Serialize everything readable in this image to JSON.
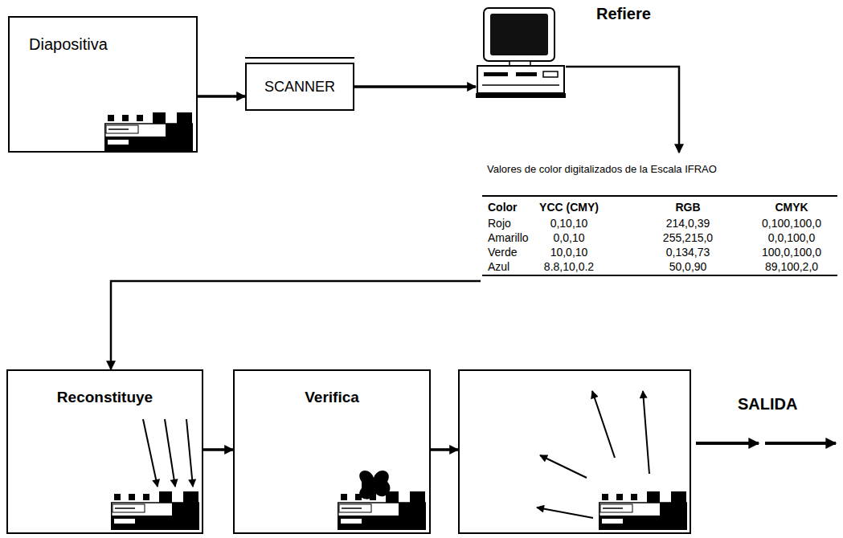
{
  "diagram": {
    "nodes": [
      {
        "text": [
          "Diapositiva"
        ]
      },
      {
        "text": [
          "SCANNER"
        ]
      },
      {
        "text": [
          "Refiere"
        ]
      },
      {
        "text": [
          "Valores de color digitalizados de la Escala IFRAO"
        ]
      },
      {
        "text": [
          "Reconstituye"
        ]
      },
      {
        "text": [
          "Verifica"
        ]
      },
      {
        "text": []
      }
    ],
    "edges": [
      {
        "from": 0,
        "to": 1,
        "arrow": "to"
      },
      {
        "from": 1,
        "to": 2,
        "arrow": "to"
      },
      {
        "from": 2,
        "to": 3,
        "arrow": "to"
      },
      {
        "from": 3,
        "to": 4,
        "arrow": "to"
      },
      {
        "from": 4,
        "to": 5,
        "arrow": "to"
      },
      {
        "from": 5,
        "to": 6,
        "arrow": "to"
      }
    ],
    "labels": [
      "Color",
      "YCC (CMY)",
      "RGB",
      "CMYK",
      "Rojo",
      "0,10,10",
      "214,0,39",
      "0,100,100,0",
      "Amarillo",
      "0,0,10",
      "255,215,0",
      "0,0,100,0",
      "Verde",
      "10,0,10",
      "0,134,73",
      "100,0,100,0",
      "Azul",
      "8.8,10,0.2",
      "50,0,90",
      "89,100,2,0",
      "SALIDA"
    ]
  }
}
